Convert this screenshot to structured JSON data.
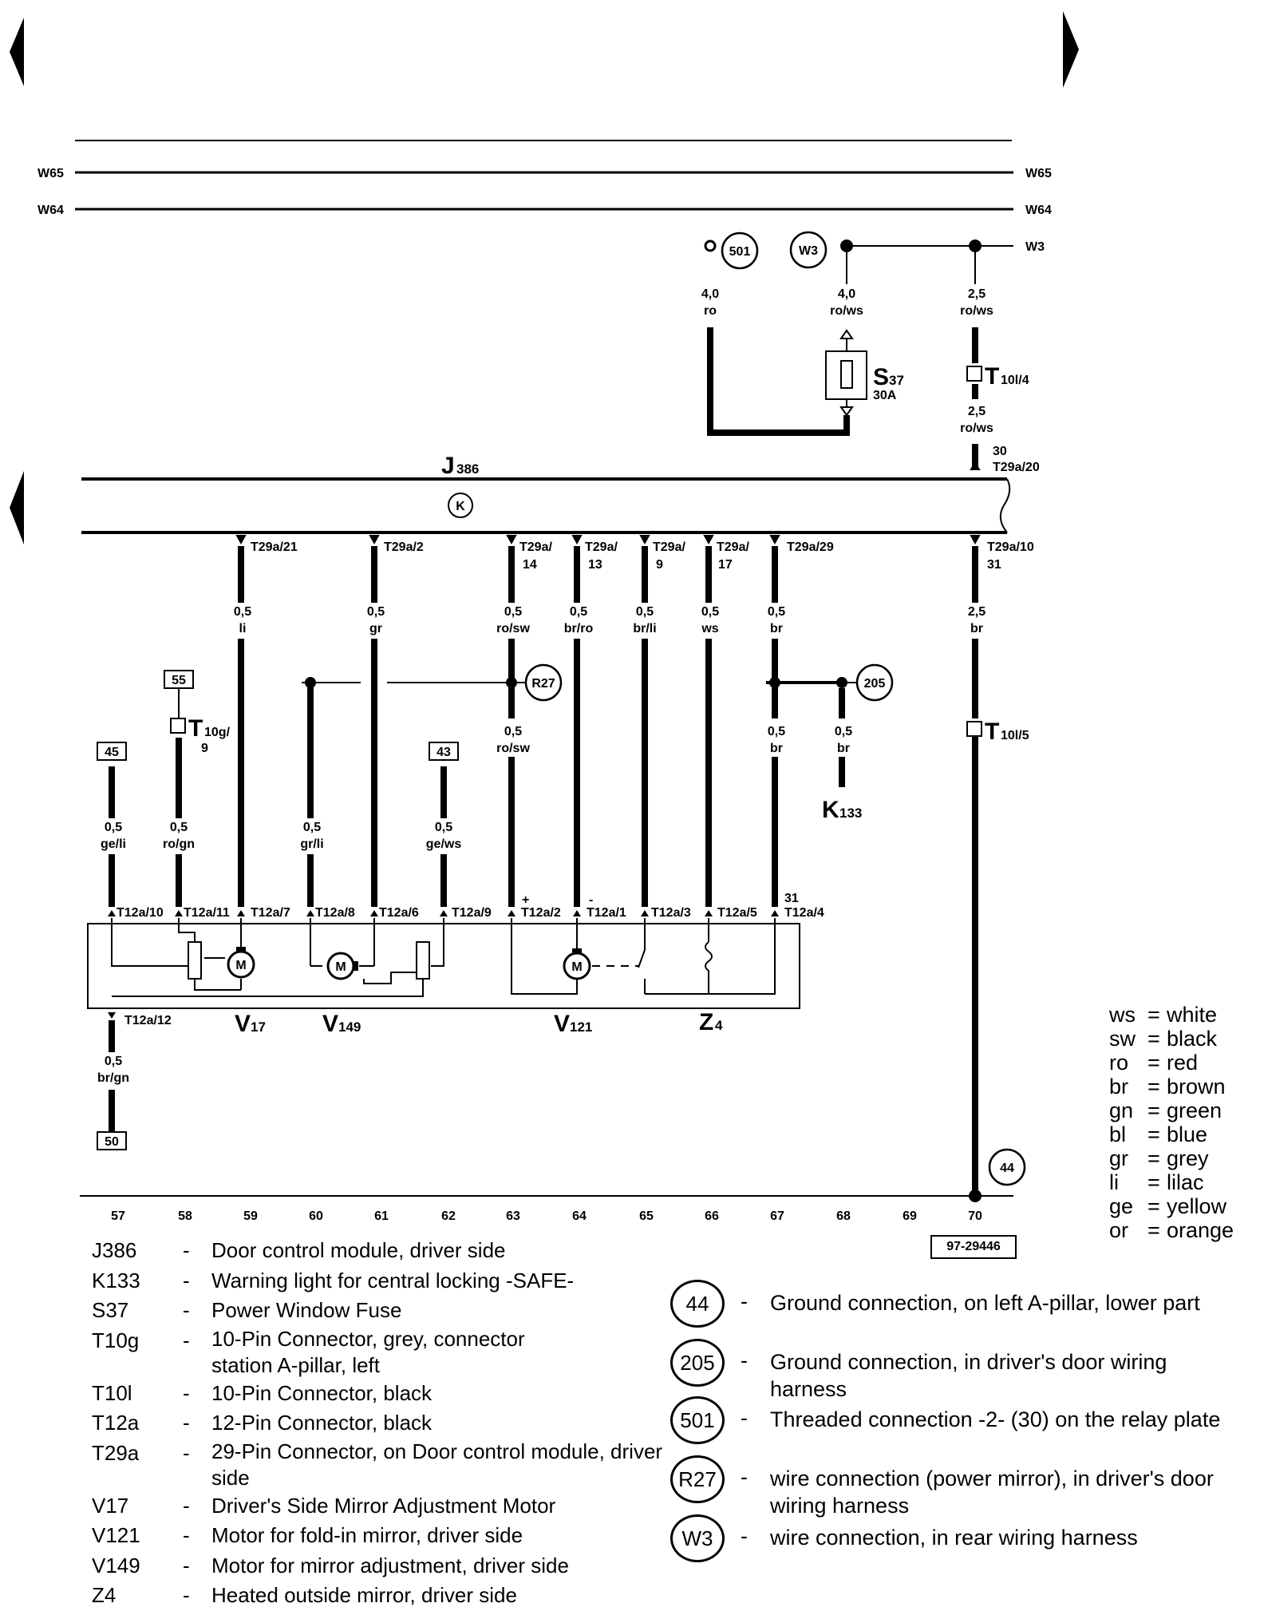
{
  "rails": {
    "w65": "W65",
    "w64": "W64",
    "w3": "W3"
  },
  "nodes": {
    "n501": "501",
    "nW3": "W3",
    "nR27": "R27",
    "n205": "205",
    "n44": "44",
    "k": "K"
  },
  "components": {
    "j386": {
      "name": "J",
      "sub": "386"
    },
    "s37": {
      "name": "S",
      "sub": "37",
      "rating": "30A"
    },
    "t10l_4": {
      "name": "T",
      "sub": "10l/4"
    },
    "t10l_5": {
      "name": "T",
      "sub": "10l/5"
    },
    "t10g": {
      "name": "T",
      "sub": "10g/",
      "sub2": "9"
    },
    "k133": {
      "name": "K",
      "sub": "133"
    },
    "v17": {
      "name": "V",
      "sub": "17"
    },
    "v149": {
      "name": "V",
      "sub": "149"
    },
    "v121": {
      "name": "V",
      "sub": "121"
    },
    "z4": {
      "name": "Z",
      "sub": "4"
    },
    "motor": "M"
  },
  "boxes": {
    "b55": "55",
    "b45": "45",
    "b43": "43",
    "b50": "50"
  },
  "wires_top": [
    {
      "size": "4,0",
      "color": "ro"
    },
    {
      "size": "4,0",
      "color": "ro/ws"
    },
    {
      "size": "2,5",
      "color": "ro/ws"
    },
    {
      "size": "2,5",
      "color": "ro/ws"
    }
  ],
  "terminal_30": {
    "pin": "30",
    "label": "T29a/20"
  },
  "j386_pins": [
    {
      "l1": "T29a/21",
      "l2": ""
    },
    {
      "l1": "T29a/2",
      "l2": ""
    },
    {
      "l1": "T29a/",
      "l2": "14"
    },
    {
      "l1": "T29a/",
      "l2": "13"
    },
    {
      "l1": "T29a/",
      "l2": "9"
    },
    {
      "l1": "T29a/",
      "l2": "17"
    },
    {
      "l1": "T29a/29",
      "l2": ""
    },
    {
      "l1": "T29a/10",
      "l2": "31"
    }
  ],
  "wires_mid": [
    {
      "size": "0,5",
      "color": "li"
    },
    {
      "size": "0,5",
      "color": "gr"
    },
    {
      "size": "0,5",
      "color": "ro/sw"
    },
    {
      "size": "0,5",
      "color": "br/ro"
    },
    {
      "size": "0,5",
      "color": "br/li"
    },
    {
      "size": "0,5",
      "color": "ws"
    },
    {
      "size": "0,5",
      "color": "br"
    },
    {
      "size": "2,5",
      "color": "br"
    },
    {
      "size": "0,5",
      "color": "ro/sw"
    },
    {
      "size": "0,5",
      "color": "br"
    },
    {
      "size": "0,5",
      "color": "br"
    }
  ],
  "wires_low": [
    {
      "size": "0,5",
      "color": "ge/li"
    },
    {
      "size": "0,5",
      "color": "ro/gn"
    },
    {
      "size": "0,5",
      "color": "gr/li"
    },
    {
      "size": "0,5",
      "color": "ge/ws"
    },
    {
      "size": "0,5",
      "color": "br/gn"
    }
  ],
  "t12a_pins": [
    "T12a/10",
    "T12a/11",
    "T12a/7",
    "T12a/8",
    "T12a/6",
    "T12a/9",
    "T12a/2",
    "T12a/1",
    "T12a/3",
    "T12a/5",
    "T12a/4",
    "T12a/12"
  ],
  "pin_marks": {
    "plus": "+",
    "minus": "-",
    "thirtyone": "31"
  },
  "grid_numbers": [
    "57",
    "58",
    "59",
    "60",
    "61",
    "62",
    "63",
    "64",
    "65",
    "66",
    "67",
    "68",
    "69",
    "70"
  ],
  "doc_id": "97-29446",
  "legend": [
    {
      "code": "J386",
      "dash": "-",
      "desc": "Door control module, driver side"
    },
    {
      "code": "K133",
      "dash": "-",
      "desc": "Warning light for central locking -SAFE-"
    },
    {
      "code": "S37",
      "dash": "-",
      "desc": "Power Window Fuse"
    },
    {
      "code": "T10g",
      "dash": "-",
      "desc": "10-Pin Connector, grey, connector station A-pillar, left"
    },
    {
      "code": "T10l",
      "dash": "-",
      "desc": "10-Pin Connector, black"
    },
    {
      "code": "T12a",
      "dash": "-",
      "desc": "12-Pin Connector, black"
    },
    {
      "code": "T29a",
      "dash": "-",
      "desc": "29-Pin Connector, on Door control module, driver side"
    },
    {
      "code": "V17",
      "dash": "-",
      "desc": "Driver's Side Mirror Adjustment Motor"
    },
    {
      "code": "V121",
      "dash": "-",
      "desc": "Motor for fold-in mirror, driver side"
    },
    {
      "code": "V149",
      "dash": "-",
      "desc": "Motor for mirror adjustment, driver side"
    },
    {
      "code": "Z4",
      "dash": "-",
      "desc": "Heated outside mirror, driver side"
    }
  ],
  "ground_legend": [
    {
      "code": "44",
      "dash": "-",
      "desc": "Ground connection, on left A-pillar, lower part"
    },
    {
      "code": "205",
      "dash": "-",
      "desc": "Ground connection, in driver's door wiring harness"
    },
    {
      "code": "501",
      "dash": "-",
      "desc": "Threaded connection -2- (30) on the relay plate"
    },
    {
      "code": "R27",
      "dash": "-",
      "desc": "wire connection (power mirror), in driver's door wiring harness"
    },
    {
      "code": "W3",
      "dash": "-",
      "desc": "wire connection, in rear wiring harness"
    }
  ],
  "color_codes": [
    {
      "abbr": "ws",
      "eq": "=",
      "name": "white"
    },
    {
      "abbr": "sw",
      "eq": "=",
      "name": "black"
    },
    {
      "abbr": "ro",
      "eq": "=",
      "name": "red"
    },
    {
      "abbr": "br",
      "eq": "=",
      "name": "brown"
    },
    {
      "abbr": "gn",
      "eq": "=",
      "name": "green"
    },
    {
      "abbr": "bl",
      "eq": "=",
      "name": "blue"
    },
    {
      "abbr": "gr",
      "eq": "=",
      "name": "grey"
    },
    {
      "abbr": "li",
      "eq": "=",
      "name": "lilac"
    },
    {
      "abbr": "ge",
      "eq": "=",
      "name": "yellow"
    },
    {
      "abbr": "or",
      "eq": "=",
      "name": "orange"
    }
  ]
}
